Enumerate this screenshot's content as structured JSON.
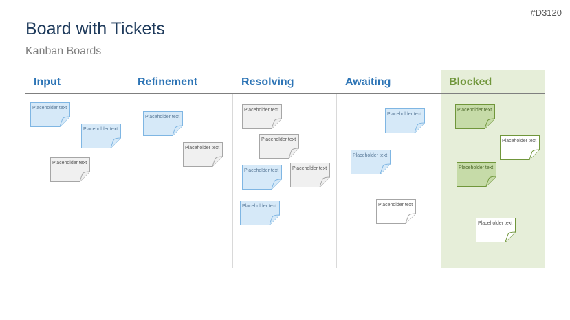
{
  "slide_code": "#D3120",
  "title": "Board with Tickets",
  "subtitle": "Kanban Boards",
  "columns": [
    {
      "label": "Input"
    },
    {
      "label": "Refinement"
    },
    {
      "label": "Resolving"
    },
    {
      "label": "Awaiting"
    },
    {
      "label": "Blocked"
    }
  ],
  "ticket_text": "Placeholder text",
  "colors": {
    "blue_fill": "#d6e9f8",
    "blue_stroke": "#7fb6e3",
    "gray_fill": "#f0f0f0",
    "gray_stroke": "#a6a6a6",
    "green_fill": "#c6dba8",
    "green_stroke": "#70963b",
    "white_fill": "#ffffff",
    "blocked_bg": "#e6eed9"
  },
  "tickets": [
    {
      "column": "Input",
      "color": "blue"
    },
    {
      "column": "Input",
      "color": "blue"
    },
    {
      "column": "Input",
      "color": "gray"
    },
    {
      "column": "Refinement",
      "color": "blue"
    },
    {
      "column": "Refinement",
      "color": "gray"
    },
    {
      "column": "Resolving",
      "color": "gray"
    },
    {
      "column": "Resolving",
      "color": "gray"
    },
    {
      "column": "Resolving",
      "color": "blue"
    },
    {
      "column": "Resolving",
      "color": "gray"
    },
    {
      "column": "Resolving",
      "color": "blue"
    },
    {
      "column": "Awaiting",
      "color": "blue"
    },
    {
      "column": "Awaiting",
      "color": "blue"
    },
    {
      "column": "Awaiting",
      "color": "white"
    },
    {
      "column": "Blocked",
      "color": "green"
    },
    {
      "column": "Blocked",
      "color": "white-green"
    },
    {
      "column": "Blocked",
      "color": "green"
    },
    {
      "column": "Blocked",
      "color": "white-green"
    }
  ]
}
